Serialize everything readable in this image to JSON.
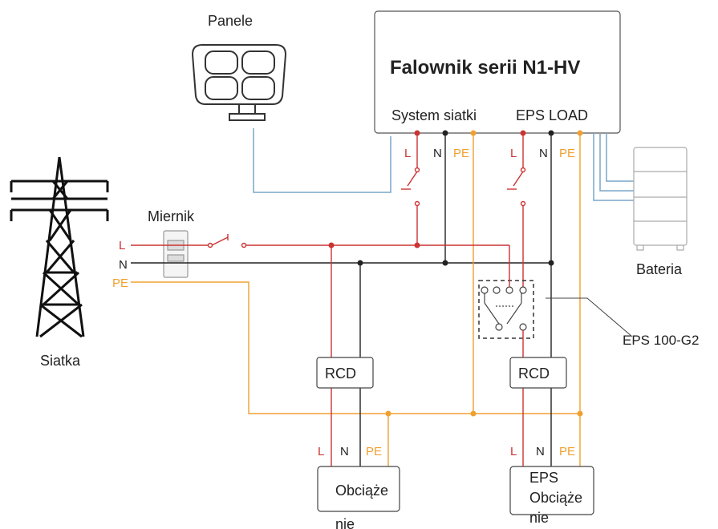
{
  "labels": {
    "panels": "Panele",
    "inverter_title": "Falownik serii N1-HV",
    "grid_port": "System siatki",
    "eps_port": "EPS LOAD",
    "meter": "Miernik",
    "battery": "Bateria",
    "grid": "Siatka",
    "eps_switch": "EPS 100-G2",
    "rcd": "RCD",
    "line_l": "L",
    "line_n": "N",
    "line_pe": "PE",
    "load_left": [
      "Obciąże",
      "nie"
    ],
    "load_right": [
      "EPS",
      "Obciąże",
      "nie"
    ]
  },
  "colors": {
    "line_l": "#cc3333",
    "line_n": "#222222",
    "line_pe": "#f0a030",
    "dc": "#7aa6c8",
    "outline": "#444444"
  }
}
